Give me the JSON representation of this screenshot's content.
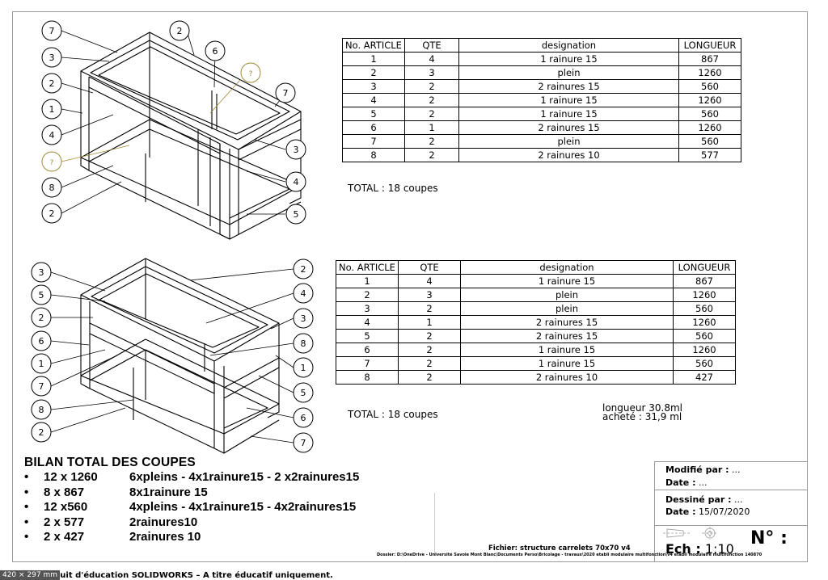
{
  "table1": {
    "headers": [
      "No. ARTICLE",
      "QTE",
      "designation",
      "LONGUEUR"
    ],
    "rows": [
      [
        "1",
        "4",
        "1 rainure 15",
        "867"
      ],
      [
        "2",
        "3",
        "plein",
        "1260"
      ],
      [
        "3",
        "2",
        "2 rainures 15",
        "560"
      ],
      [
        "4",
        "2",
        "1 rainure 15",
        "1260"
      ],
      [
        "5",
        "2",
        "1 rainure 15",
        "560"
      ],
      [
        "6",
        "1",
        "2 rainures 15",
        "1260"
      ],
      [
        "7",
        "2",
        "plein",
        "560"
      ],
      [
        "8",
        "2",
        "2 rainures 10",
        "577"
      ]
    ],
    "total": "TOTAL : 18 coupes"
  },
  "table2": {
    "headers": [
      "No. ARTICLE",
      "QTE",
      "designation",
      "LONGUEUR"
    ],
    "rows": [
      [
        "1",
        "4",
        "1 rainure 15",
        "867"
      ],
      [
        "2",
        "3",
        "plein",
        "1260"
      ],
      [
        "3",
        "2",
        "plein",
        "560"
      ],
      [
        "4",
        "1",
        "2 rainures 15",
        "1260"
      ],
      [
        "5",
        "2",
        "2 rainures 15",
        "560"
      ],
      [
        "6",
        "2",
        "1 rainure 15",
        "1260"
      ],
      [
        "7",
        "2",
        "1 rainure 15",
        "560"
      ],
      [
        "8",
        "2",
        "2 rainures 10",
        "427"
      ]
    ],
    "total": "TOTAL : 18 coupes",
    "longueur": "longueur 30.8ml",
    "achete": "acheté : 31,9 ml"
  },
  "bilan": {
    "title": "BILAN TOTAL DES COUPES",
    "rows": [
      {
        "qty": "12 x 1260",
        "detail": "6xpleins - 4x1rainure15 - 2 x2rainures15"
      },
      {
        "qty": "8 x 867",
        "detail": "8x1rainure 15"
      },
      {
        "qty": "12 x560",
        "detail": "4xpleins - 4x1rainure15 - 4x2rainures15"
      },
      {
        "qty": "2 x 577",
        "detail": "2rainures10"
      },
      {
        "qty": "2 x 427",
        "detail": "2rainures 10"
      }
    ],
    "bullet": "•"
  },
  "drawing1": {
    "balloons_left": [
      "7",
      "3",
      "2",
      "1",
      "4",
      "?",
      "8",
      "2"
    ],
    "balloons_right": [
      "2",
      "6",
      "?",
      "7",
      "3",
      "4",
      "5"
    ]
  },
  "drawing2": {
    "balloons_left": [
      "3",
      "5",
      "2",
      "6",
      "1",
      "7",
      "8",
      "2"
    ],
    "balloons_right": [
      "2",
      "4",
      "3",
      "8",
      "1",
      "5",
      "6",
      "7"
    ]
  },
  "titleblock": {
    "modifie_label": "Modifié par :",
    "modifie_value": "...",
    "date1_label": "Date :",
    "date1_value": "...",
    "dessine_label": "Dessiné par :",
    "dessine_value": "...",
    "date2_label": "Date :",
    "date2_value": "15/07/2020",
    "numero_label": "N° :",
    "ech_label": "Ech :",
    "ech_value": "1:10"
  },
  "file": {
    "fichier": "Fichier: structure carrelets 70x70 v4",
    "dossier": "Dossier: D:\\OneDrive - Université Savoie Mont Blanc\\Documents Perso\\Bricolage - travaux\\2020 etabli modulaire multifonction\\v4 etabli modulaire multifonction 140870"
  },
  "footer": {
    "image_size": "420 × 297 mm",
    "edu": "Produit d'éducation SOLIDWORKS – A titre éducatif uniquement."
  }
}
